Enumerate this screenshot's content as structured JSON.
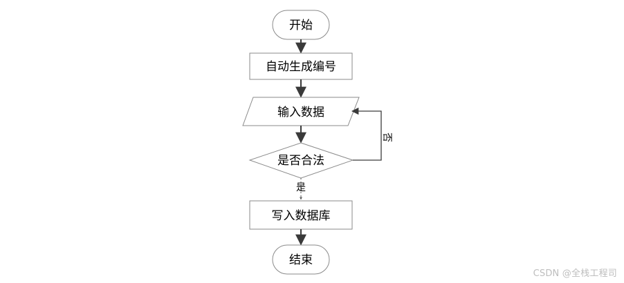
{
  "diagram": {
    "nodes": {
      "start": {
        "label": "开始"
      },
      "generate_id": {
        "label": "自动生成编号"
      },
      "input_data": {
        "label": "输入数据"
      },
      "is_valid": {
        "label": "是否合法"
      },
      "write_db": {
        "label": "写入数据库"
      },
      "end": {
        "label": "结束"
      }
    },
    "edges": {
      "yes_label": "是",
      "no_label": "否"
    }
  },
  "watermark": {
    "text": "CSDN @全栈工程司"
  },
  "colors": {
    "node_fill": "#ffffff",
    "node_stroke": "#8a8a8a",
    "arrow": "#3a3a3a",
    "watermark": "#bdbdbd"
  }
}
